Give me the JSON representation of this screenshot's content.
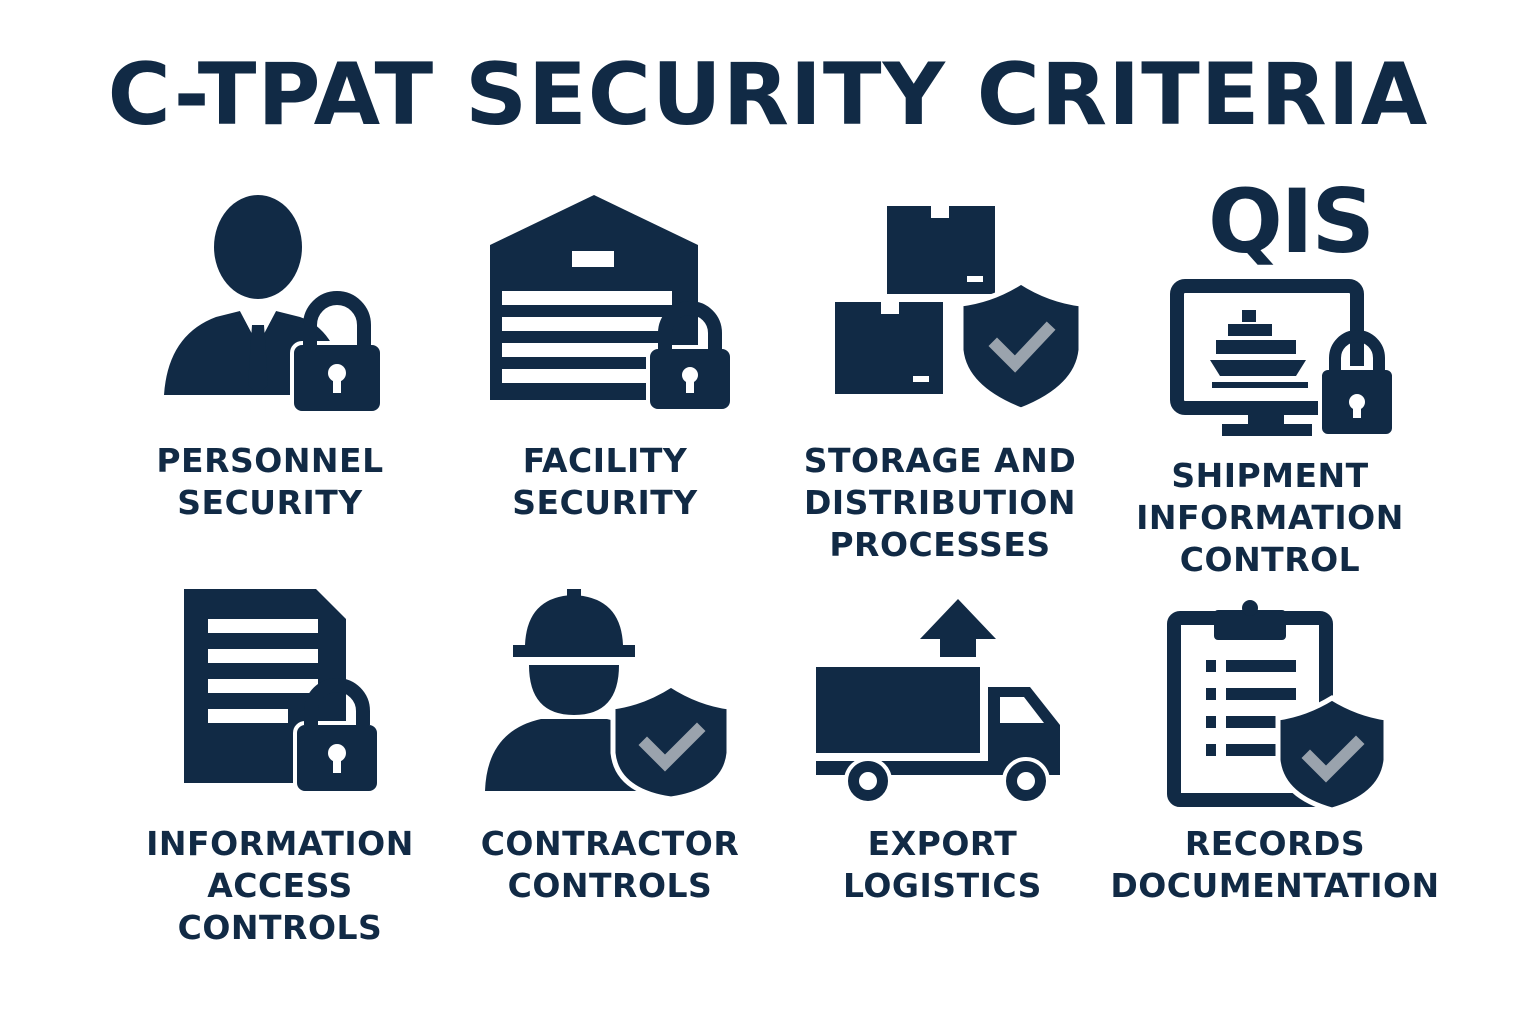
{
  "title": "C-TPAT SECURITY CRITERIA",
  "logo": "QIS",
  "colors": {
    "primary": "#112a45",
    "check": "#9aa3ad",
    "background": "#ffffff"
  },
  "items": [
    {
      "icon": "person-lock-icon",
      "lines": [
        "PERSONNEL",
        "SECURITY"
      ]
    },
    {
      "icon": "warehouse-lock-icon",
      "lines": [
        "FACILITY",
        "SECURITY"
      ]
    },
    {
      "icon": "boxes-shield-icon",
      "lines": [
        "STORAGE AND",
        "DISTRIBUTION",
        "PROCESSES"
      ]
    },
    {
      "icon": "monitor-ship-lock-icon",
      "lines": [
        "SHIPMENT",
        "INFORMATION",
        "CONTROL"
      ]
    },
    {
      "icon": "document-lock-icon",
      "lines": [
        "INFORMATION",
        "ACCESS",
        "CONTROLS"
      ]
    },
    {
      "icon": "worker-shield-icon",
      "lines": [
        "CONTRACTOR",
        "CONTROLS"
      ]
    },
    {
      "icon": "truck-arrow-icon",
      "lines": [
        "EXPORT",
        "LOGISTICS"
      ]
    },
    {
      "icon": "clipboard-shield-icon",
      "lines": [
        "RECORDS",
        "DOCUMENTATION"
      ]
    }
  ]
}
